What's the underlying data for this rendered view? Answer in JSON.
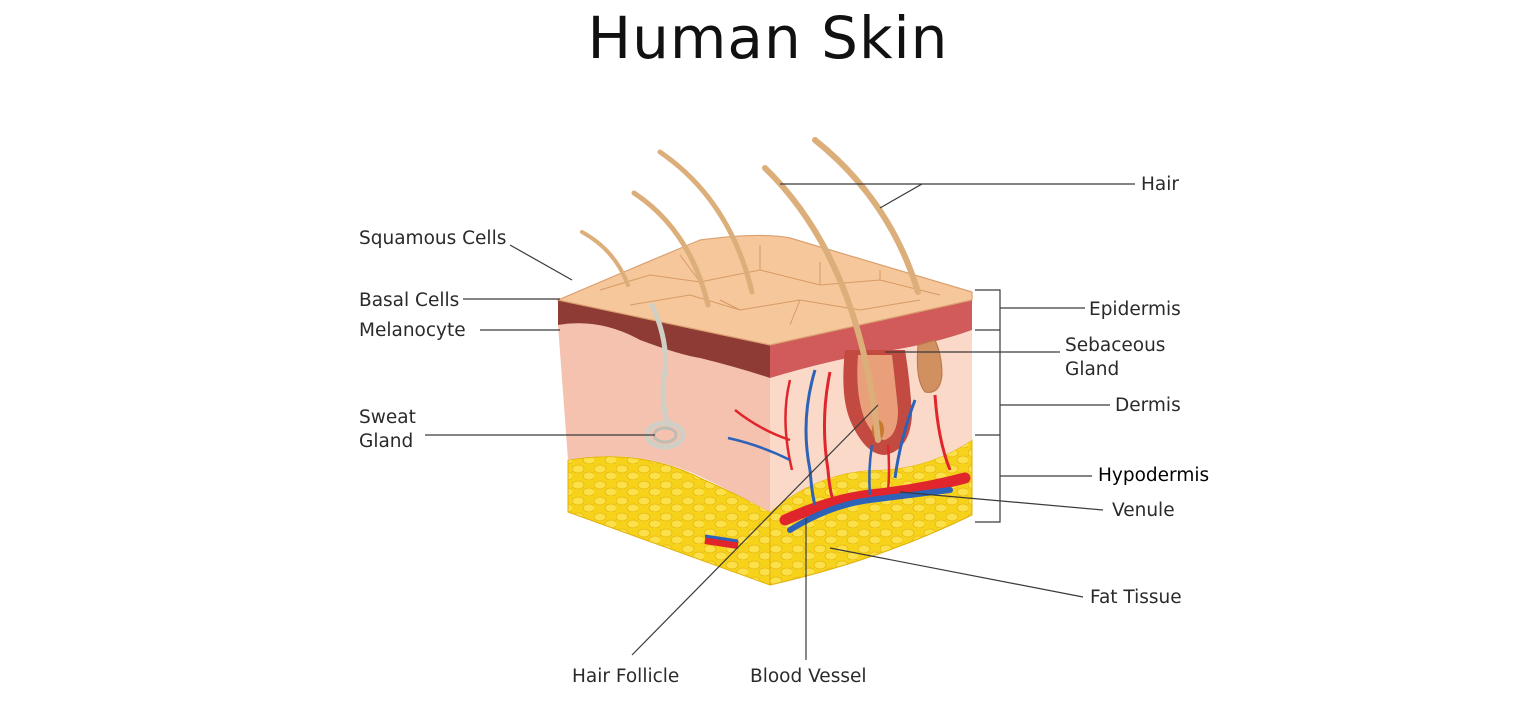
{
  "title": "Human Skin",
  "labels": {
    "hair": "Hair",
    "squamous_cells": "Squamous Cells",
    "basal_cells": "Basal Cells",
    "melanocyte": "Melanocyte",
    "sweat_gland_1": "Sweat",
    "sweat_gland_2": "Gland",
    "epidermis": "Epidermis",
    "sebaceous_gland_1": "Sebaceous",
    "sebaceous_gland_2": "Gland",
    "dermis": "Dermis",
    "hypodermis": "Hypodermis",
    "venule": "Venule",
    "fat_tissue": "Fat Tissue",
    "hair_follicle": "Hair Follicle",
    "blood_vessel": "Blood Vessel"
  },
  "colors": {
    "epidermis_top": "#f5c79a",
    "basal_layer": "#8e3b35",
    "dermis": "#f6c2b0",
    "dermis_side": "#fbd9c8",
    "hypodermis_fat": "#f7d21b",
    "artery": "#e0262c",
    "vein": "#2c63b8",
    "hair": "#dcae7a"
  }
}
